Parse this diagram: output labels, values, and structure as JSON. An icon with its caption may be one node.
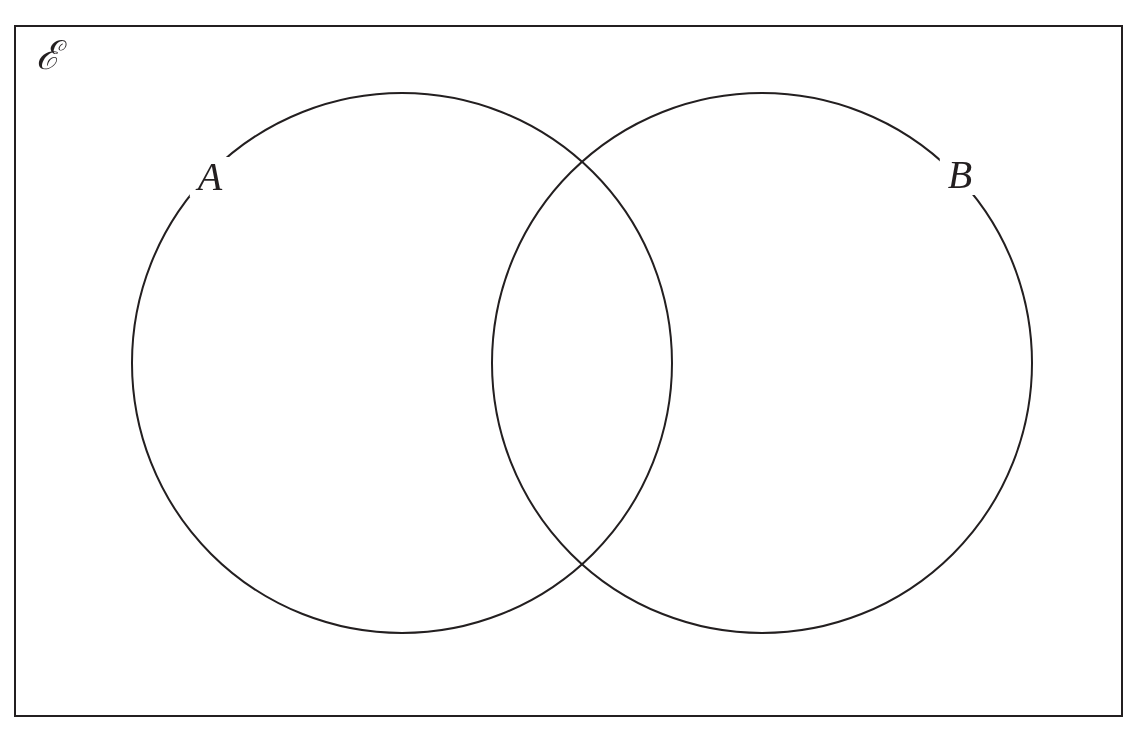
{
  "diagram": {
    "nodes": [
      {
        "text": [
          "ℰ"
        ]
      },
      {
        "text": [
          "A"
        ],
        "in": 0
      },
      {
        "text": [
          "B"
        ],
        "in": 0
      }
    ]
  }
}
